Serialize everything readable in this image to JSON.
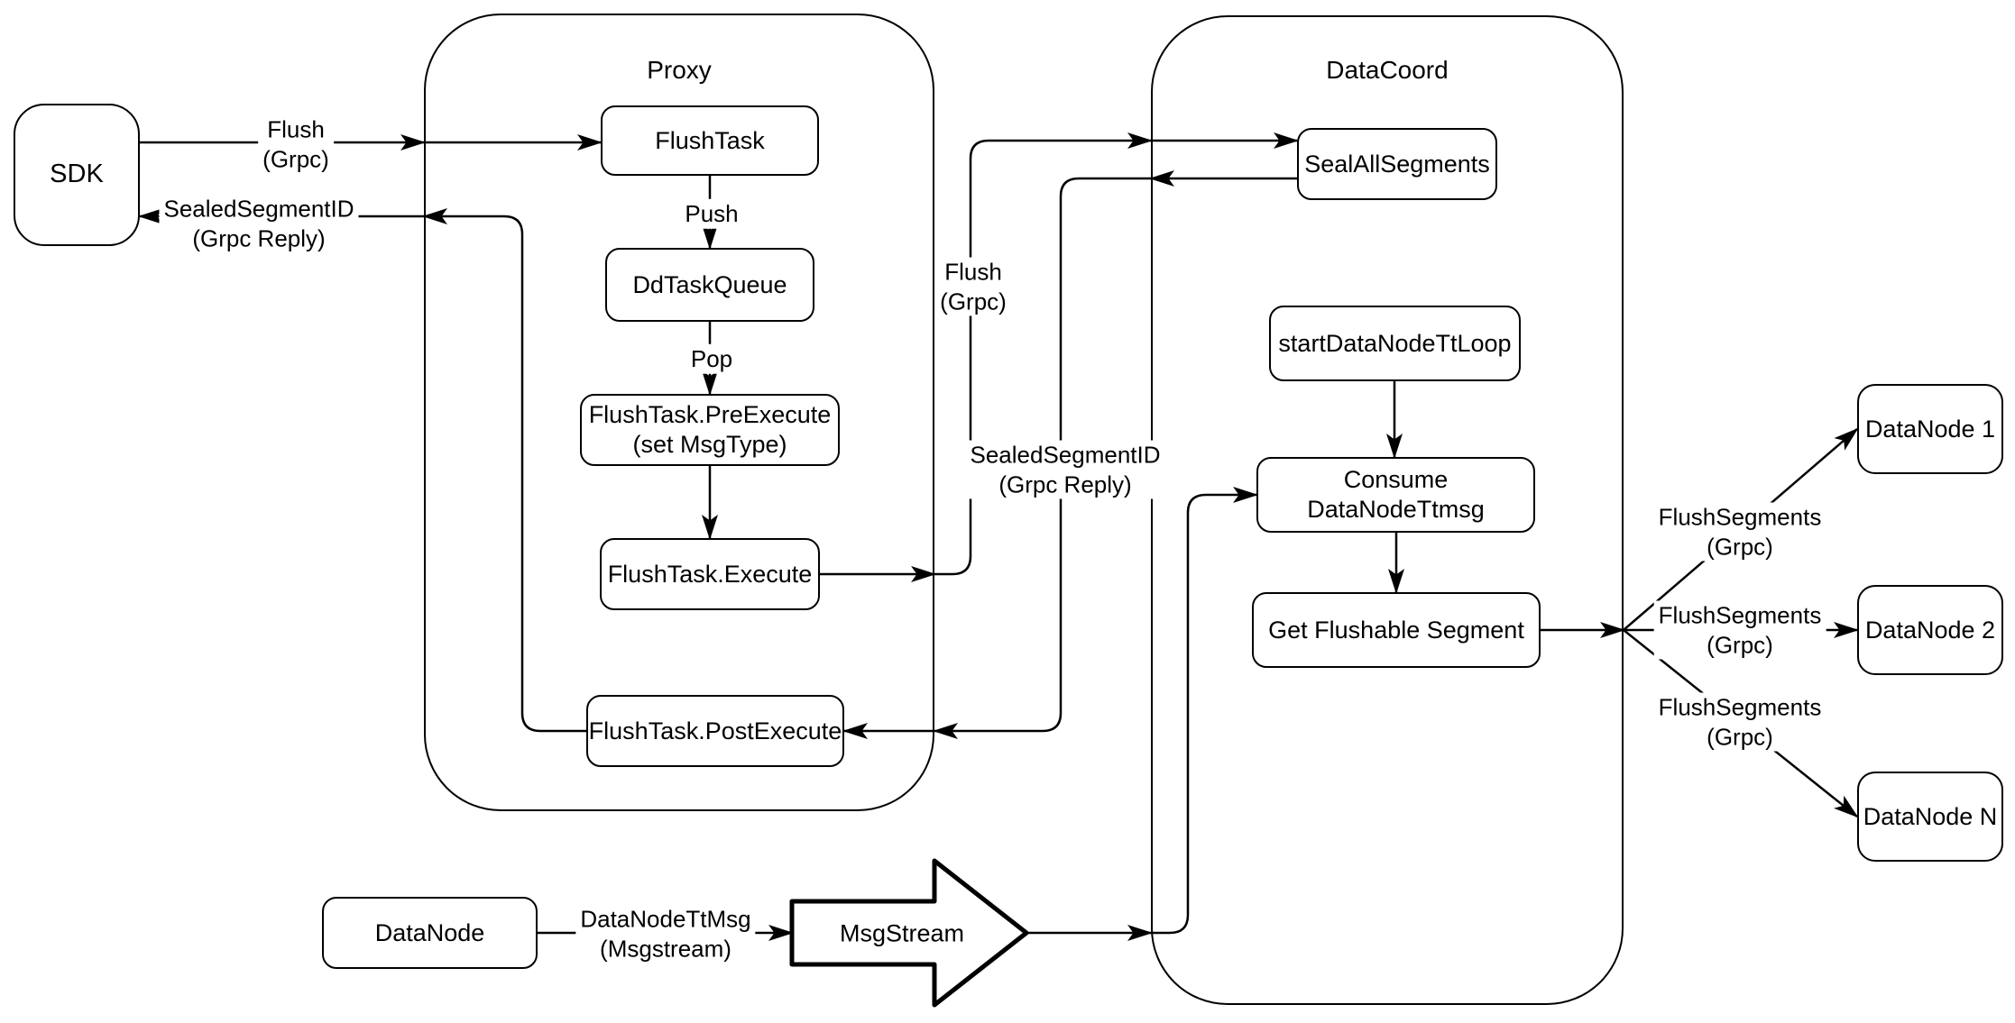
{
  "colors": {
    "stroke": "#000000",
    "fill": "#ffffff",
    "canvas": "#ffffff"
  },
  "containers": {
    "proxy": {
      "label": "Proxy"
    },
    "datacoord": {
      "label": "DataCoord"
    }
  },
  "nodes": {
    "sdk": {
      "label": "SDK"
    },
    "flush_task": {
      "label": "FlushTask"
    },
    "dd_task_queue": {
      "label": "DdTaskQueue"
    },
    "pre_execute": {
      "label": "FlushTask.PreExecute\n(set MsgType)"
    },
    "execute": {
      "label": "FlushTask.Execute"
    },
    "post_execute": {
      "label": "FlushTask.PostExecute"
    },
    "seal_all_segments": {
      "label": "SealAllSegments"
    },
    "start_data_node_tt_loop": {
      "label": "startDataNodeTtLoop"
    },
    "consume_data_node_ttmsg": {
      "label": "Consume DataNodeTtmsg"
    },
    "get_flushable_segment": {
      "label": "Get Flushable Segment"
    },
    "datanode_1": {
      "label": "DataNode 1"
    },
    "datanode_2": {
      "label": "DataNode 2"
    },
    "datanode_n": {
      "label": "DataNode N"
    },
    "datanode_source": {
      "label": "DataNode"
    },
    "msgstream": {
      "label": "MsgStream"
    }
  },
  "edge_labels": {
    "flush_grpc_left": "Flush\n(Grpc)",
    "sealed_segment_id_left": "SealedSegmentID\n(Grpc Reply)",
    "push": "Push",
    "pop": "Pop",
    "flush_grpc_mid": "Flush\n(Grpc)",
    "sealed_segment_id_mid": "SealedSegmentID\n(Grpc Reply)",
    "flush_segments_top": "FlushSegments\n(Grpc)",
    "flush_segments_mid": "FlushSegments\n(Grpc)",
    "flush_segments_bottom": "FlushSegments\n(Grpc)",
    "datanode_tt_msg": "DataNodeTtMsg\n(Msgstream)"
  }
}
